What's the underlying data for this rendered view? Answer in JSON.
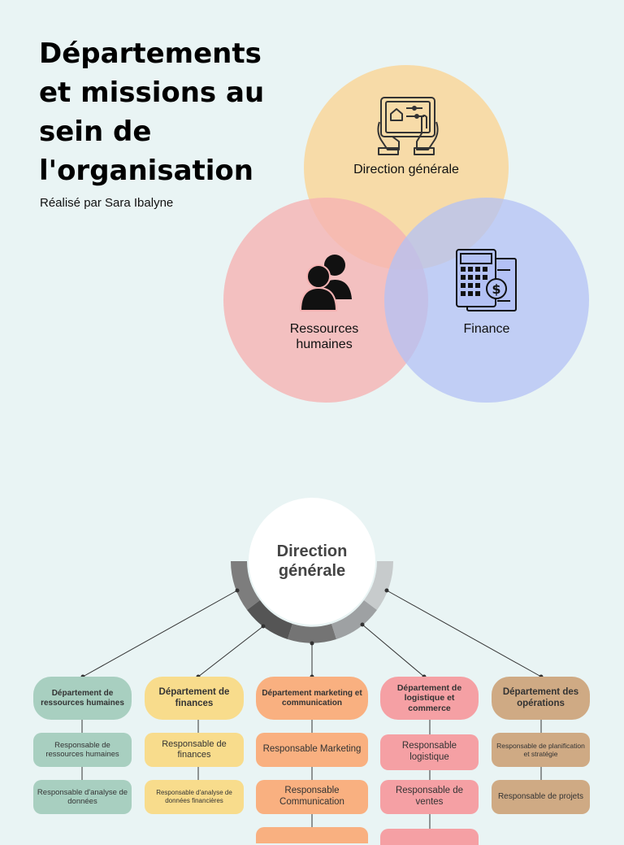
{
  "title": "Départements et missions au sein de l'organisation",
  "subtitle": "Réalisé par Sara Ibalyne",
  "venn": {
    "top": "Direction générale",
    "left": "Ressources humaines",
    "right": "Finance",
    "colors": {
      "top": "#f8d8a0",
      "left": "#f5b3b3",
      "right": "#b3c1f5"
    }
  },
  "org": {
    "center": "Direction générale",
    "departments": [
      {
        "name": "Département de ressources humaines",
        "color": "#a8cfc0",
        "roles": [
          "Responsable de ressources humaines",
          "Responsable d'analyse de données"
        ]
      },
      {
        "name": "Département de finances",
        "color": "#f8dc8c",
        "roles": [
          "Responsable de finances",
          "Responsable d'analyse de données financières"
        ]
      },
      {
        "name": "Département marketing et communication",
        "color": "#f9b080",
        "roles": [
          "Responsable Marketing",
          "Responsable Communication"
        ]
      },
      {
        "name": "Département de logistique et commerce",
        "color": "#f5a0a4",
        "roles": [
          "Responsable logistique",
          "Responsable de ventes"
        ]
      },
      {
        "name": "Département des opérations",
        "color": "#cfaa84",
        "roles": [
          "Responsable de planification et stratégie",
          "Responsable de projets"
        ]
      }
    ]
  }
}
